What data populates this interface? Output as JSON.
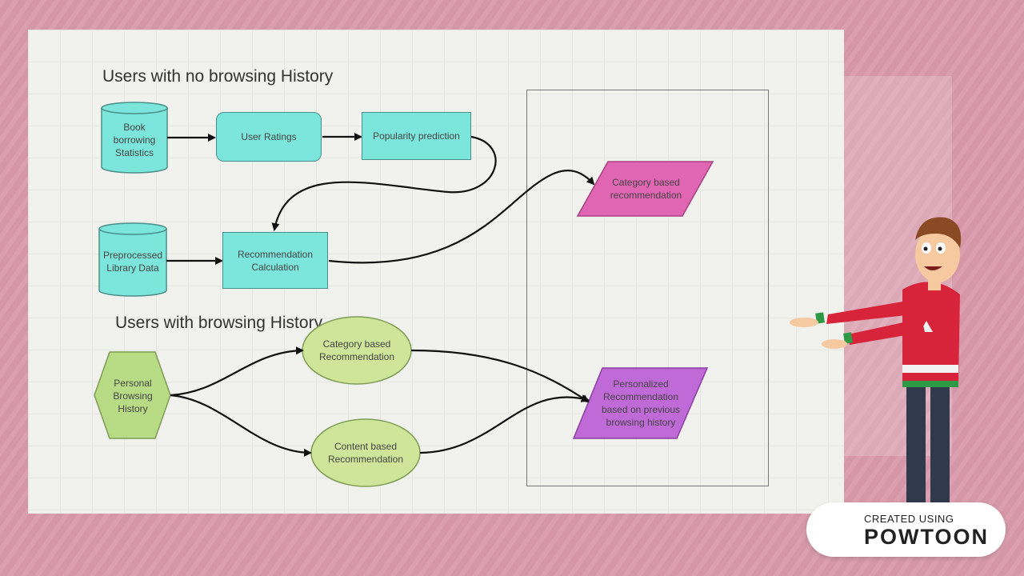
{
  "slide": {
    "section_top": {
      "heading": "Users with no browsing History"
    },
    "section_bottom": {
      "heading": "Users with browsing History"
    },
    "nodes": {
      "book_stats": "Book borrowing\nStatistics",
      "user_ratings": "User Ratings",
      "popularity": "Popularity prediction",
      "preprocessed": "Preprocessed\nLibrary Data",
      "rec_calc": "Recommendation\nCalculation",
      "category_output": "Category based\nrecommendation",
      "personal_history": "Personal\nBrowsing\nHistory",
      "category_rec": "Category based\nRecommendation",
      "content_rec": "Content based\nRecommendation",
      "personalized_output": "Personalized\nRecommendation\nbased on previous\nbrowsing history"
    }
  },
  "colors": {
    "background": "#d99aab",
    "board": "#f1f2ed",
    "cyan_node": "#7de6dc",
    "pink_output": "#e066b3",
    "purple_output": "#c06ad8",
    "green_node": "#cfe69a",
    "powtoon_accent": "#7b3fe4"
  },
  "badge": {
    "line1": "CREATED USING",
    "line2": "POWTOON",
    "icon": "powtoon-logo-icon"
  },
  "character": {
    "icon": "presenter-character"
  }
}
